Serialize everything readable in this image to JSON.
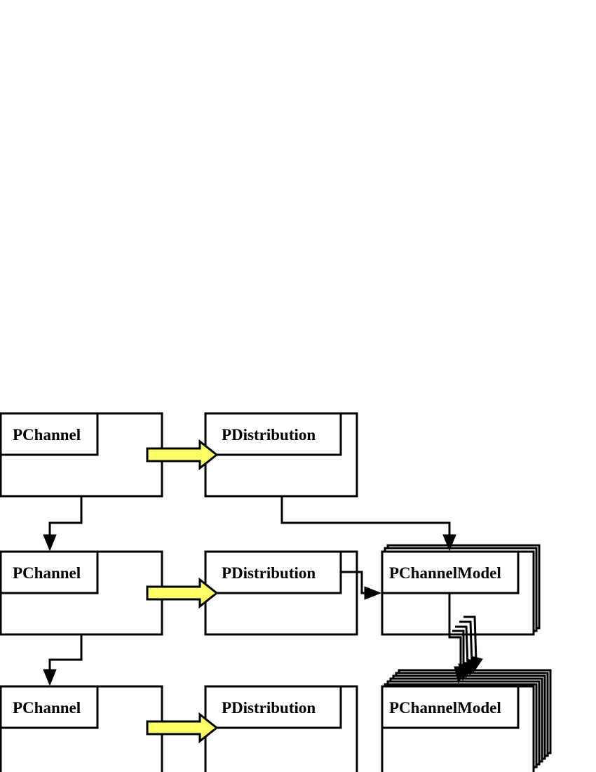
{
  "diagram": {
    "nodes": {
      "channel_1": "PChannel",
      "distribution_1": "PDistribution",
      "channel_2": "PChannel",
      "distribution_2": "PDistribution",
      "channel_model_2": "PChannelModel",
      "channel_3": "PChannel",
      "distribution_3": "PDistribution",
      "channel_model_3": "PChannelModel"
    },
    "colors": {
      "fat_arrow_fill": "#ffff66",
      "line": "#000000",
      "box_fill": "#ffffff"
    }
  }
}
